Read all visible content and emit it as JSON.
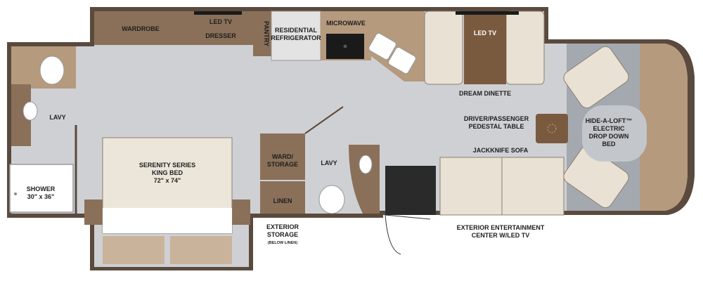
{
  "floorplan": {
    "labels": {
      "wardrobe": "WARDROBE",
      "led_tv_dresser_1": "LED TV",
      "led_tv_dresser_2": "DRESSER",
      "pantry": "PANTRY",
      "refrigerator_1": "RESIDENTIAL",
      "refrigerator_2": "REFRIGERATOR",
      "microwave": "MICROWAVE",
      "led_tv_dinette": "LED TV",
      "dream_dinette": "DREAM DINETTE",
      "lavy_rear": "LAVY",
      "bed_1": "SERENITY SERIES",
      "bed_2": "KING BED",
      "bed_3": "72\" x 74\"",
      "shower_1": "SHOWER",
      "shower_2": "30\" x 36\"",
      "ward_storage_1": "WARD/",
      "ward_storage_2": "STORAGE",
      "linen": "LINEN",
      "lavy_mid": "LAVY",
      "exterior_storage_1": "EXTERIOR",
      "exterior_storage_2": "STORAGE",
      "exterior_storage_note": "(BELOW LINEN)",
      "pedestal_table_1": "DRIVER/PASSENGER",
      "pedestal_table_2": "PEDESTAL TABLE",
      "jackknife_sofa": "JACKKNIFE SOFA",
      "hide_a_loft_1": "HIDE-A-LOFT™",
      "hide_a_loft_2": "ELECTRIC",
      "hide_a_loft_3": "DROP DOWN",
      "hide_a_loft_4": "BED",
      "entertainment_1": "EXTERIOR ENTERTAINMENT",
      "entertainment_2": "CENTER W/LED TV"
    },
    "colors": {
      "floor": "#cfd0d4",
      "wall": "#5a4a3e",
      "cabinet_dark": "#8a7058",
      "cabinet_light": "#b59a7e",
      "upholstery": "#e8e1d4",
      "bed": "#ece6da",
      "cockpit": "#a4a9b0"
    }
  }
}
